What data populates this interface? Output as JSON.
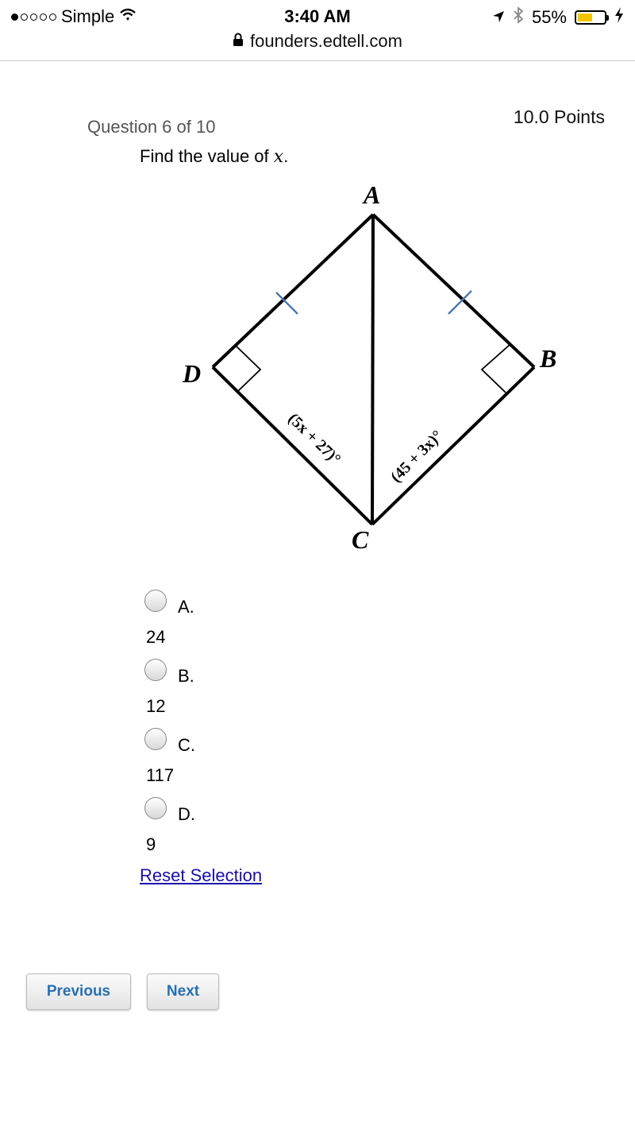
{
  "status_bar": {
    "carrier": "Simple",
    "time": "3:40 AM",
    "battery": "55%",
    "battery_level": 0.55
  },
  "url_bar": {
    "domain": "founders.edtell.com"
  },
  "question": {
    "number_label": "Question 6 of 10",
    "points": "10.0 Points",
    "prompt_prefix": "Find the value of ",
    "prompt_var": "x",
    "prompt_suffix": "."
  },
  "figure": {
    "label_a": "A",
    "label_b": "B",
    "label_c": "C",
    "label_d": "D",
    "angle_left": "(5x + 27)°",
    "angle_right": "(45 + 3x)°"
  },
  "choices": [
    {
      "letter": "A.",
      "value": "24"
    },
    {
      "letter": "B.",
      "value": "12"
    },
    {
      "letter": "C.",
      "value": "117"
    },
    {
      "letter": "D.",
      "value": "9"
    }
  ],
  "reset_label": "Reset Selection",
  "nav": {
    "previous_label": "Previous",
    "next_label": "Next"
  },
  "colors": {
    "tick_mark": "#4a78b0",
    "link": "#1a0dab",
    "button_text": "#2a6fb0"
  }
}
